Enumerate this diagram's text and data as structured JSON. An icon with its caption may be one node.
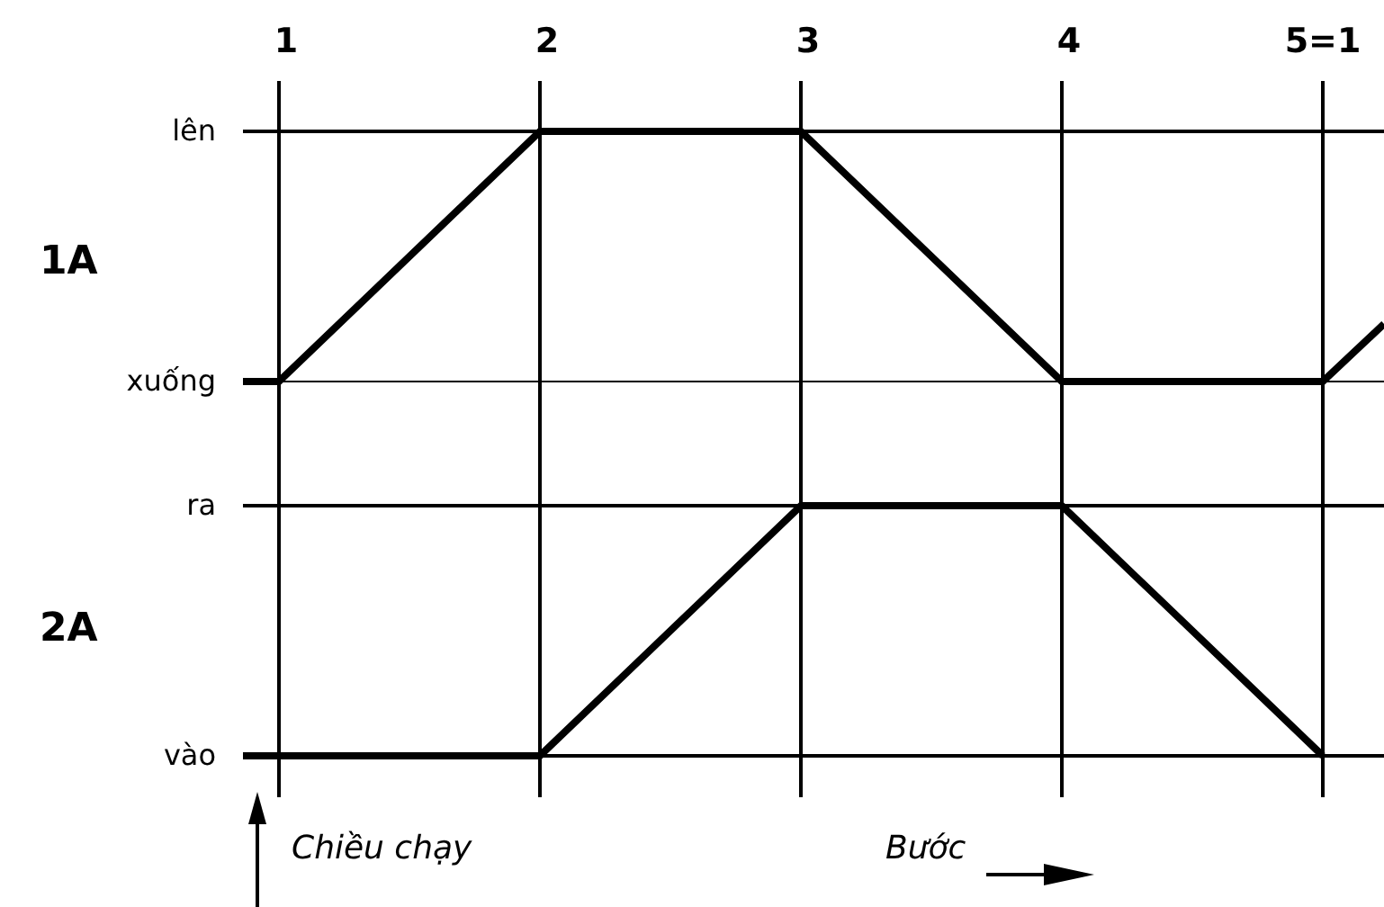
{
  "diagram": {
    "labels": [
      "1",
      "2",
      "3",
      "4",
      "5=1",
      "lên",
      "1A",
      "xuống",
      "ra",
      "2A",
      "vào",
      "Chiều chạy",
      "Bước"
    ]
  }
}
